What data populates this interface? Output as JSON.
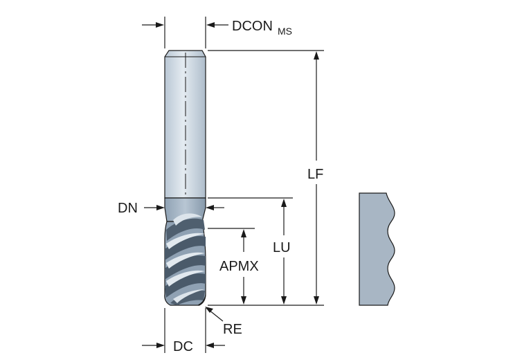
{
  "labels": {
    "dcon": "DCON",
    "dcon_sub": "MS",
    "lf": "LF",
    "dn": "DN",
    "lu": "LU",
    "apmx": "APMX",
    "re": "RE",
    "dc": "DC"
  },
  "colors": {
    "shank": "#cdd8e2",
    "flute_body": "#9aacbc",
    "flute_dark": "#5a6b7b",
    "flute_highlight": "#dde5ec",
    "profile": "#a8b6c4",
    "line": "#1a1a1a"
  }
}
